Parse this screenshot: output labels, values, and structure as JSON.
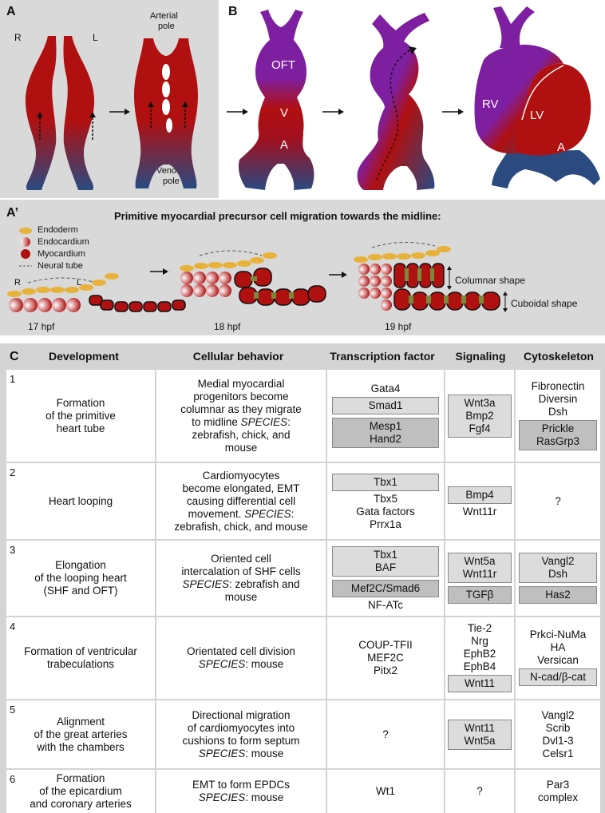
{
  "panelA": {
    "label": "A",
    "side_left": "R",
    "side_right": "L",
    "arterial_pole": [
      "Arterial",
      "pole"
    ],
    "venous_pole": [
      "Venous",
      "pole"
    ]
  },
  "panelB": {
    "label": "B",
    "oft": "OFT",
    "v": "V",
    "a": "A",
    "rv": "RV",
    "lv": "LV",
    "a2": "A"
  },
  "panelA2": {
    "label": "A’",
    "title": "Primitive myocardial precursor cell migration towards the midline:",
    "legend": [
      "Endoderm",
      "Endocardium",
      "Myocardium",
      "Neural tube"
    ],
    "r": "R",
    "l": "L",
    "stages": [
      "17 hpf",
      "18 hpf",
      "19 hpf"
    ],
    "columnar": "Columnar shape",
    "cuboidal": "Cuboidal shape"
  },
  "colors": {
    "purple": "#7d1fa0",
    "red": "#b01010",
    "blue": "#2a4a80",
    "yellow": "#e8b23a",
    "green": "#7a8a3a"
  },
  "table": {
    "label": "C",
    "headers": [
      "Development",
      "Cellular behavior",
      "Transcription factor",
      "Signaling",
      "Cytoskeleton"
    ],
    "rows": [
      {
        "num": "1",
        "dev": [
          "Formation",
          "of the primitive",
          "heart tube"
        ],
        "beh": [
          "Medial myocardial",
          "progenitors become",
          "columnar as they migrate",
          "to midline SPECIES:",
          "zebrafish, chick, and",
          "mouse"
        ],
        "tf_plain": [
          "Gata4"
        ],
        "tf_box": [
          "Smad1"
        ],
        "tf_dark": [
          "Mesp1",
          "Hand2"
        ],
        "sig_box": [
          "Wnt3a",
          "Bmp2",
          "Fgf4"
        ],
        "sig_plain": [],
        "cyt_plain": [
          "Fibronectin",
          "Diversin",
          "Dsh"
        ],
        "cyt_dark": [
          "Prickle",
          "RasGrp3"
        ]
      },
      {
        "num": "2",
        "dev": [
          "Heart looping"
        ],
        "beh": [
          "Cardiomyocytes",
          "become elongated, EMT",
          "causing differential cell",
          "movement. SPECIES:",
          "zebrafish, chick, and mouse"
        ],
        "tf_box": [
          "Tbx1"
        ],
        "tf_plain": [
          "Tbx5",
          "Gata factors",
          "Prrx1a"
        ],
        "sig_box": [
          "Bmp4"
        ],
        "sig_plain": [
          "Wnt11r"
        ],
        "cyt_plain": [
          "?"
        ]
      },
      {
        "num": "3",
        "dev": [
          "Elongation",
          "of the looping heart",
          "(SHF and OFT)"
        ],
        "beh": [
          "Oriented cell",
          "intercalation of SHF cells",
          "SPECIES: zebrafish and",
          "mouse"
        ],
        "tf_box": [
          "Tbx1",
          "BAF"
        ],
        "tf_dark": [
          "Mef2C/Smad6"
        ],
        "tf_plain": [
          "NF-ATc"
        ],
        "sig_box": [
          "Wnt5a",
          "Wnt11r"
        ],
        "sig_dark": [
          "TGFβ"
        ],
        "cyt_box": [
          "Vangl2",
          "Dsh"
        ],
        "cyt_dark": [
          "Has2"
        ]
      },
      {
        "num": "4",
        "dev": [
          "Formation of ventricular",
          "trabeculations"
        ],
        "beh": [
          "Orientated cell division",
          "SPECIES: mouse"
        ],
        "tf_plain": [
          "COUP-TFII",
          "MEF2C",
          "Pitx2"
        ],
        "sig_plain": [
          "Tie-2",
          "Nrg",
          "EphB2",
          "EphB4"
        ],
        "sig_box": [
          "Wnt11"
        ],
        "cyt_plain": [
          "Prkci-NuMa",
          "HA",
          "Versican"
        ],
        "cyt_box": [
          "N-cad/β-cat"
        ]
      },
      {
        "num": "5",
        "dev": [
          "Alignment",
          "of the great arteries",
          "with the chambers"
        ],
        "beh": [
          "Directional migration",
          "of cardiomyocytes into",
          "cushions to form septum",
          "SPECIES: mouse"
        ],
        "tf_plain": [
          "?"
        ],
        "sig_box": [
          "Wnt11",
          "Wnt5a"
        ],
        "cyt_plain": [
          "Vangl2",
          "Scrib",
          "Dvl1-3",
          "Celsr1"
        ]
      },
      {
        "num": "6",
        "dev": [
          "Formation",
          "of the epicardium",
          "and coronary arteries"
        ],
        "beh": [
          "EMT to form EPDCs",
          "SPECIES: mouse"
        ],
        "tf_plain": [
          "Wt1"
        ],
        "sig_plain": [
          "?"
        ],
        "cyt_plain": [
          "Par3",
          "complex"
        ]
      }
    ]
  }
}
